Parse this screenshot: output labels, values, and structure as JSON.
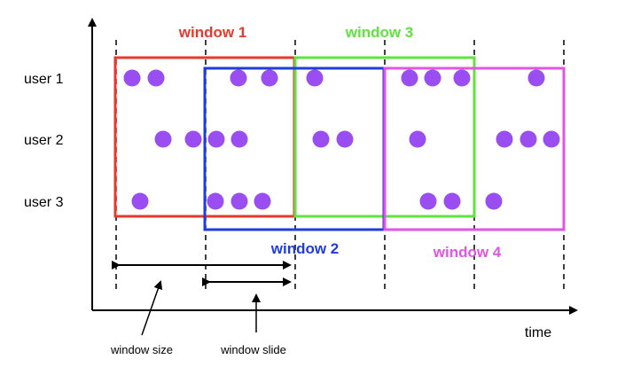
{
  "users": [
    "user 1",
    "user 2",
    "user 3"
  ],
  "x_axis_label": "time",
  "windows": [
    {
      "label": "window 1",
      "color": "#e53b2c"
    },
    {
      "label": "window 2",
      "color": "#1f3ddf"
    },
    {
      "label": "window 3",
      "color": "#5fe33d"
    },
    {
      "label": "window 4",
      "color": "#e055e6"
    }
  ],
  "annotations": {
    "window_size": "window size",
    "window_slide": "window slide"
  },
  "colors": {
    "axis": "#000000",
    "event_dot": "#9a4df0"
  }
}
